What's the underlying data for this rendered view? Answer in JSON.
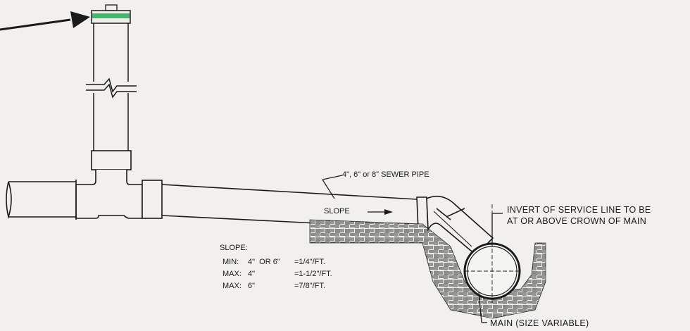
{
  "labels": {
    "sewer_pipe": "4\", 6\" or 8\" SEWER PIPE",
    "slope_arrow": "SLOPE",
    "invert_line1": "INVERT OF SERVICE LINE TO BE",
    "invert_line2": "AT OR ABOVE CROWN OF MAIN",
    "main_pipe": "MAIN (SIZE VARIABLE)"
  },
  "slope_table": {
    "heading": "SLOPE:",
    "rows": [
      {
        "key": "MIN:",
        "size": "4\"  OR 6\"",
        "value": "=1/4\"/FT."
      },
      {
        "key": "MAX:",
        "size": "4\"",
        "value": "=1-1/2\"/FT."
      },
      {
        "key": "MAX:",
        "size": "6\"",
        "value": "=7/8\"/FT."
      }
    ]
  },
  "colors": {
    "line": "#1a1a1a",
    "cap_band": "#3fb96a",
    "background": "#f1f0ee"
  }
}
